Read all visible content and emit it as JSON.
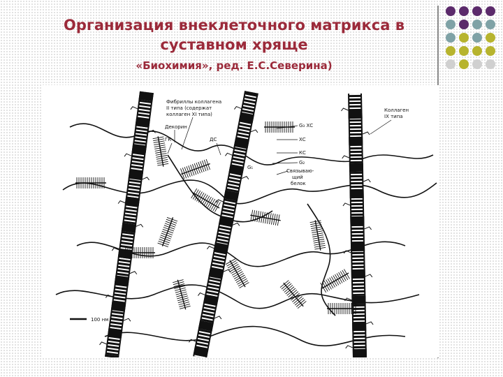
{
  "title": {
    "line1": "Организация внеклеточного матрикса в",
    "line2": "суставном хряще"
  },
  "subtitle": "«Биохимия», ред. Е.С.Северина)",
  "colors": {
    "title": "#9b2a3a",
    "dot_purple": "#5b2a6b",
    "dot_teal": "#7fa2a6",
    "dot_olive": "#b7b42e",
    "dot_grey": "#d0d0d0"
  },
  "figure": {
    "labels": {
      "collagen2_l1": "Фибриллы коллагена",
      "collagen2_l2": "II типа (содержат",
      "collagen2_l3": "коллаген XI типа)",
      "decorin": "Декорин",
      "gk": "ГК",
      "ds": "ДС",
      "g3xs": "G₃ ХС",
      "xs": "ХС",
      "ks": "КС",
      "g2": "G₂",
      "g1": "G₁",
      "link1": "Связываю-",
      "link2": "щий",
      "link3": "белок",
      "collagen9_l1": "Коллаген",
      "collagen9_l2": "IX типа",
      "scale": "100 нм"
    }
  }
}
